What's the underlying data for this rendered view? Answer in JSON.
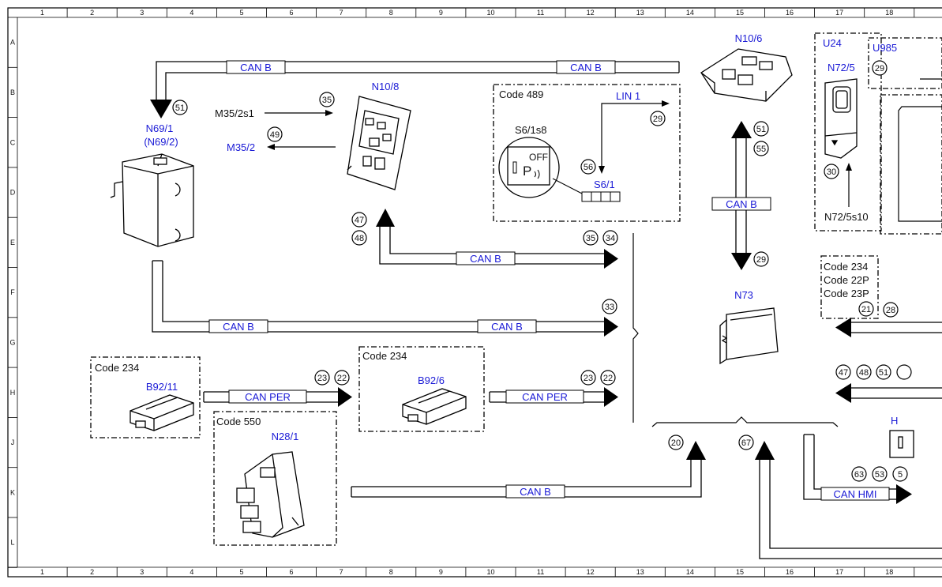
{
  "grid": {
    "columns": [
      "1",
      "2",
      "3",
      "4",
      "5",
      "6",
      "7",
      "8",
      "9",
      "10",
      "11",
      "12",
      "13",
      "14",
      "15",
      "16",
      "17",
      "18"
    ],
    "rows": [
      "A",
      "B",
      "C",
      "D",
      "E",
      "F",
      "G",
      "H",
      "J",
      "K",
      "L"
    ]
  },
  "components": {
    "n69_1": "N69/1",
    "n69_2": "(N69/2)",
    "n10_8": "N10/8",
    "n10_6": "N10/6",
    "m35_2s1": "M35/2s1",
    "m35_2": "M35/2",
    "s6_1s8": "S6/1s8",
    "s6_1": "S6/1",
    "lin1": "LIN 1",
    "u24": "U24",
    "u985": "U985",
    "n72_5": "N72/5",
    "n72_5s10": "N72/5s10",
    "n73": "N73",
    "b92_11": "B92/11",
    "b92_6": "B92/6",
    "n28_1": "N28/1",
    "h": "H",
    "switch_off": "OFF",
    "switch_p": "P"
  },
  "codes": {
    "code489": "Code 489",
    "code234_a": "Code 234",
    "code234_b": "Code 234",
    "code234_c": "Code 234",
    "code22p": "Code 22P",
    "code23p": "Code 23P",
    "code550": "Code 550"
  },
  "buses": {
    "can_b": "CAN B",
    "can_per": "CAN PER",
    "can_hmi": "CAN HMI"
  },
  "refs": {
    "r51a": "51",
    "r35": "35",
    "r49": "49",
    "r29a": "29",
    "r56": "56",
    "r51b": "51",
    "r55": "55",
    "r29b": "29",
    "r30": "30",
    "r29c": "29",
    "r47a": "47",
    "r48a": "48",
    "r35b": "35",
    "r34": "34",
    "r33": "33",
    "r21": "21",
    "r28": "28",
    "r47b": "47",
    "r48b": "48",
    "r51c": "51",
    "r23a": "23",
    "r22a": "22",
    "r23b": "23",
    "r22b": "22",
    "r20": "20",
    "r67": "67",
    "r63": "63",
    "r53": "53",
    "r5": "5"
  }
}
